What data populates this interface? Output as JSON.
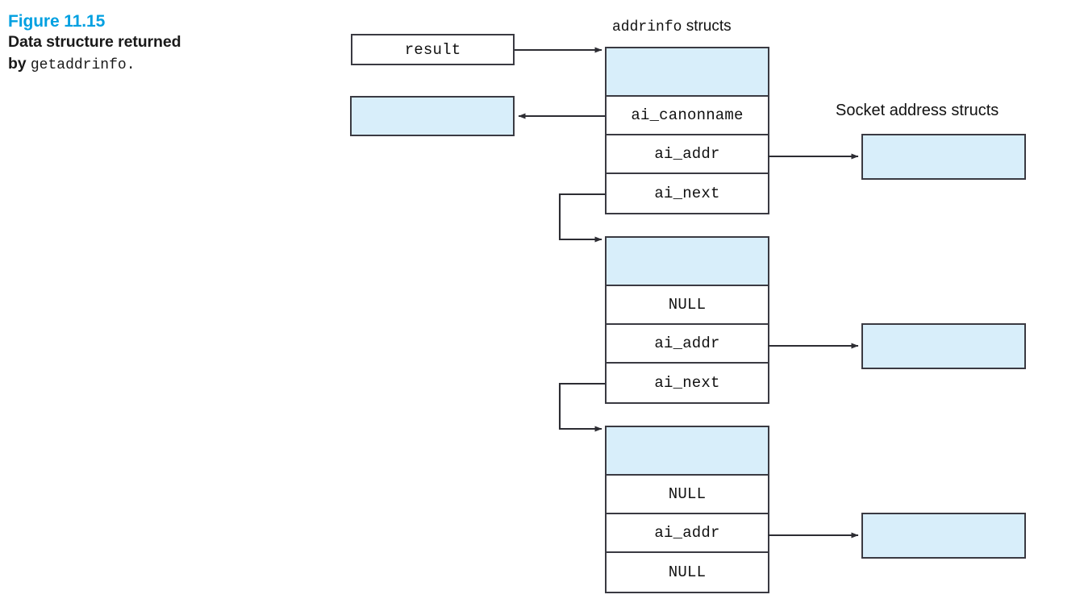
{
  "caption": {
    "figure_number": "Figure 11.15",
    "description_part1": "Data structure returned",
    "description_part2": "by ",
    "description_mono": "getaddrinfo."
  },
  "labels": {
    "addrinfo_mono": "addrinfo",
    "addrinfo_sans": " structs",
    "socket_structs": "Socket address structs"
  },
  "colors": {
    "figure_accent": "#00a0e1",
    "box_fill": "#d8eefa",
    "stroke": "#3a3a42",
    "text": "#111111"
  },
  "result_box": {
    "label": "result"
  },
  "canonname_box": {
    "label": ""
  },
  "structs": [
    {
      "name": "addrinfo-struct-1",
      "rows": [
        {
          "label": "ai_canonname"
        },
        {
          "label": "ai_addr"
        },
        {
          "label": "ai_next"
        }
      ]
    },
    {
      "name": "addrinfo-struct-2",
      "rows": [
        {
          "label": "NULL"
        },
        {
          "label": "ai_addr"
        },
        {
          "label": "ai_next"
        }
      ]
    },
    {
      "name": "addrinfo-struct-3",
      "rows": [
        {
          "label": "NULL"
        },
        {
          "label": "ai_addr"
        },
        {
          "label": "NULL"
        }
      ]
    }
  ],
  "socket_address_structs": [
    {
      "label": ""
    },
    {
      "label": ""
    },
    {
      "label": ""
    }
  ]
}
